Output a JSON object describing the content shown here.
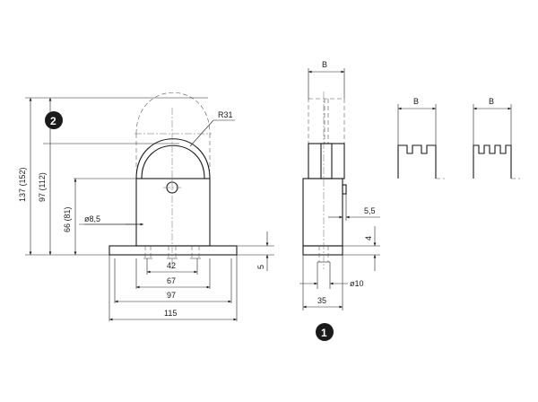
{
  "callouts": {
    "one": "1",
    "two": "2"
  },
  "dims": {
    "h137": "137 (152)",
    "h97": "97 (112)",
    "h66": "66 (81)",
    "d85": "ø8,5",
    "r31": "R31",
    "w42": "42",
    "w67": "67",
    "w97": "97",
    "w115": "115",
    "h5": "5",
    "b1": "B",
    "b2": "B",
    "b3": "B",
    "d55": "5,5",
    "h4": "4",
    "d10": "ø10",
    "w35": "35"
  }
}
